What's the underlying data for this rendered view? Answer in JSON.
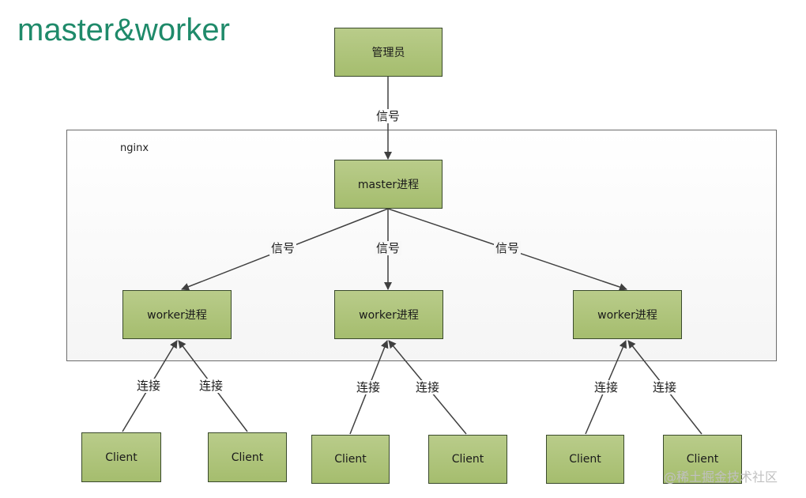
{
  "title": "master&worker",
  "container": {
    "label": "nginx"
  },
  "nodes": {
    "admin": "管理员",
    "master": "master进程",
    "worker1": "worker进程",
    "worker2": "worker进程",
    "worker3": "worker进程",
    "client1": "Client",
    "client2": "Client",
    "client3": "Client",
    "client4": "Client",
    "client5": "Client",
    "client6": "Client"
  },
  "edge_labels": {
    "admin_to_master": "信号",
    "master_to_worker1": "信号",
    "master_to_worker2": "信号",
    "master_to_worker3": "信号",
    "client1_to_worker1": "连接",
    "client2_to_worker1": "连接",
    "client3_to_worker2": "连接",
    "client4_to_worker2": "连接",
    "client5_to_worker3": "连接",
    "client6_to_worker3": "连接"
  },
  "watermark": "@稀土掘金技术社区",
  "colors": {
    "title": "#1f8a6a",
    "node_fill": "#a9c074",
    "node_border": "#3a4a2c",
    "edge": "#404040"
  }
}
